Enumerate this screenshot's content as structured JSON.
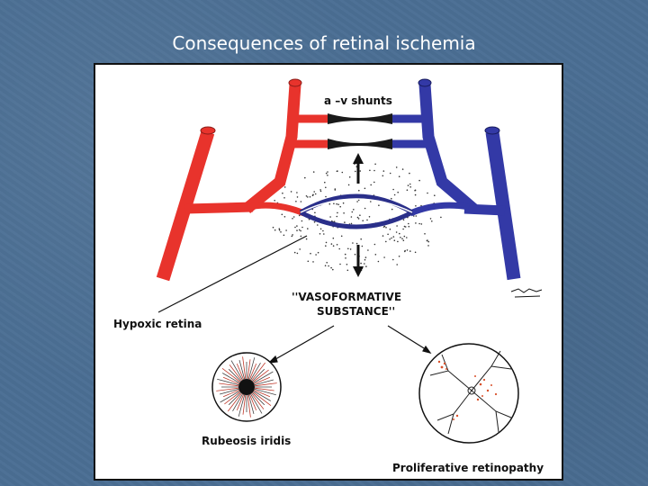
{
  "slide": {
    "title": "Consequences of retinal ischemia"
  },
  "figure": {
    "labels": {
      "shunts": "a –v shunts",
      "vasoformative_line1": "''VASOFORMATIVE",
      "vasoformative_line2": "SUBSTANCE''",
      "hypoxic_retina": "Hypoxic retina",
      "rubeosis": "Rubeosis iridis",
      "retinopathy": "Proliferative retinopathy"
    },
    "colors": {
      "artery": "#e8332c",
      "vein": "#3339a6",
      "background": "#4a6e93"
    }
  }
}
